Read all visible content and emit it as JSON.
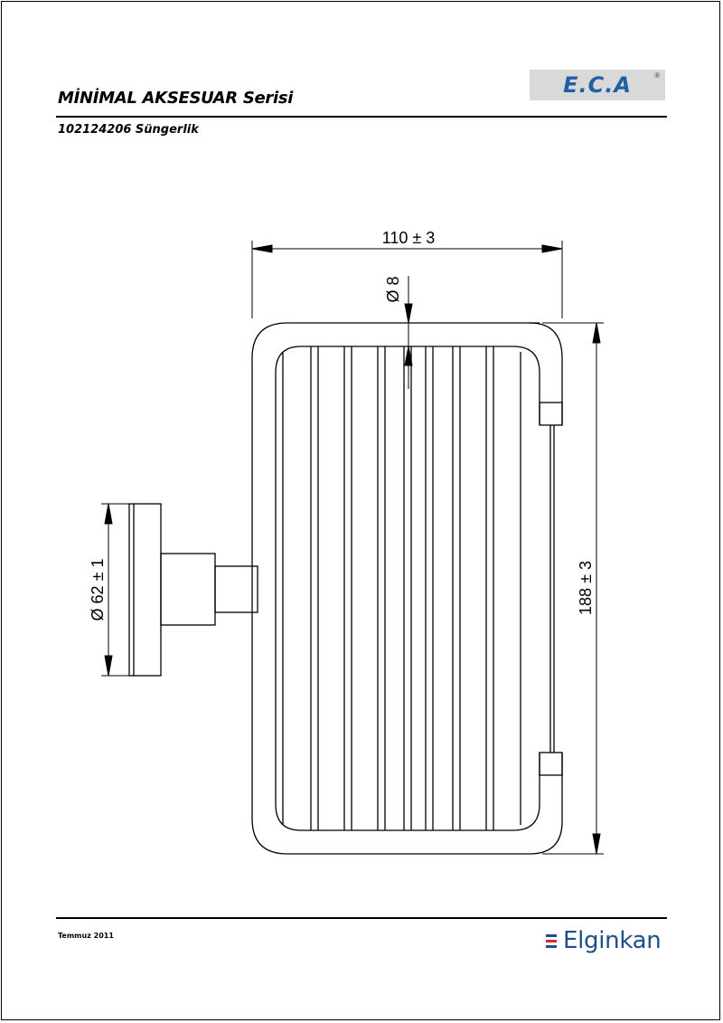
{
  "header": {
    "series_title": "MİNİMAL AKSESUAR Serisi",
    "product_title": "102124206 Süngerlik"
  },
  "logo": {
    "text": "E.C.A",
    "registered": "®",
    "color": "#1f5fa8"
  },
  "dimensions": {
    "width": "110 ± 3",
    "rod": "Ø 8",
    "flange": "Ø 62 ± 1",
    "height": "188 ± 3"
  },
  "footer": {
    "date": "Temmuz 2011",
    "brand_text": "Elginkan",
    "brand_color": "#1f4e8c",
    "brand_mark_colors": [
      "#1f4e8c",
      "#d7262e",
      "#1f4e8c"
    ]
  }
}
